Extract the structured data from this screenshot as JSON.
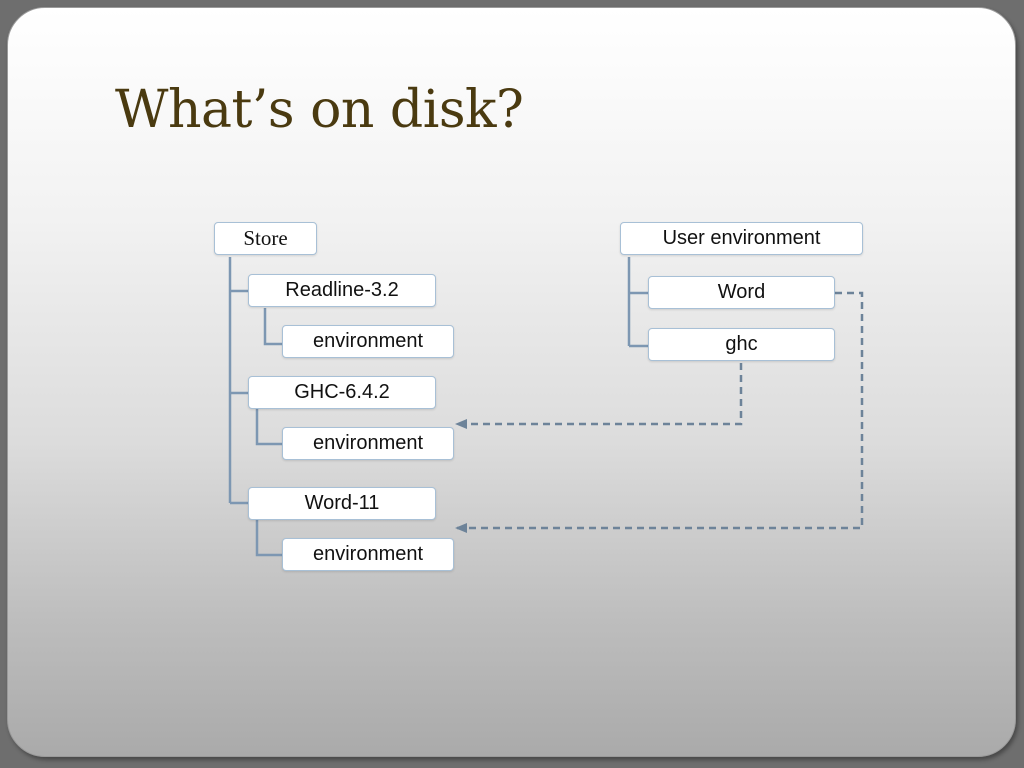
{
  "title": "What’s on disk?",
  "store": {
    "root": "Store",
    "children": [
      {
        "label": "Readline-3.2",
        "child": "environment"
      },
      {
        "label": "GHC-6.4.2",
        "child": "environment"
      },
      {
        "label": "Word-11",
        "child": "environment"
      }
    ]
  },
  "user_environment": {
    "root": "User environment",
    "children": [
      "Word",
      "ghc"
    ]
  },
  "links": [
    {
      "from": "ghc",
      "to": "GHC-6.4.2 environment",
      "style": "dashed"
    },
    {
      "from": "Word",
      "to": "Word-11 environment",
      "style": "dashed"
    }
  ],
  "colors": {
    "title": "#4a3a10",
    "node_border": "#a8c0d6",
    "tree_line": "#7d97b2",
    "link_line": "#6d8399"
  }
}
